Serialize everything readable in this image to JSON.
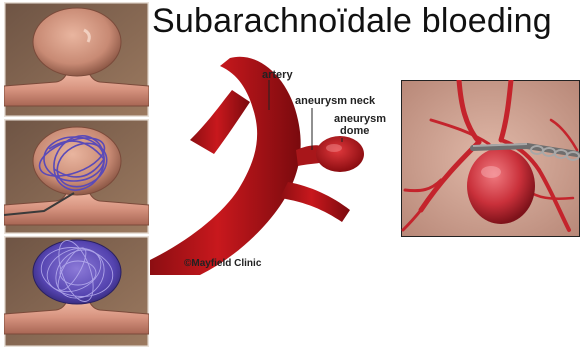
{
  "slide": {
    "title": "Subarachnoïdale bloeding"
  },
  "diagram": {
    "labels": {
      "artery": "artery",
      "neck": "aneurysm neck",
      "dome_line1": "aneurysm",
      "dome_line2": "dome"
    },
    "credit": "©Mayfield Clinic"
  },
  "colors": {
    "artery_red": "#b01419",
    "tissue_bg": "#8a6a52",
    "coil_blue": "#5a4ab8",
    "clip_gray": "#808080"
  },
  "icons": [
    "aneurysm-illustration",
    "coil-packing-illustration",
    "artery-diagram",
    "surgical-clip-photo"
  ]
}
